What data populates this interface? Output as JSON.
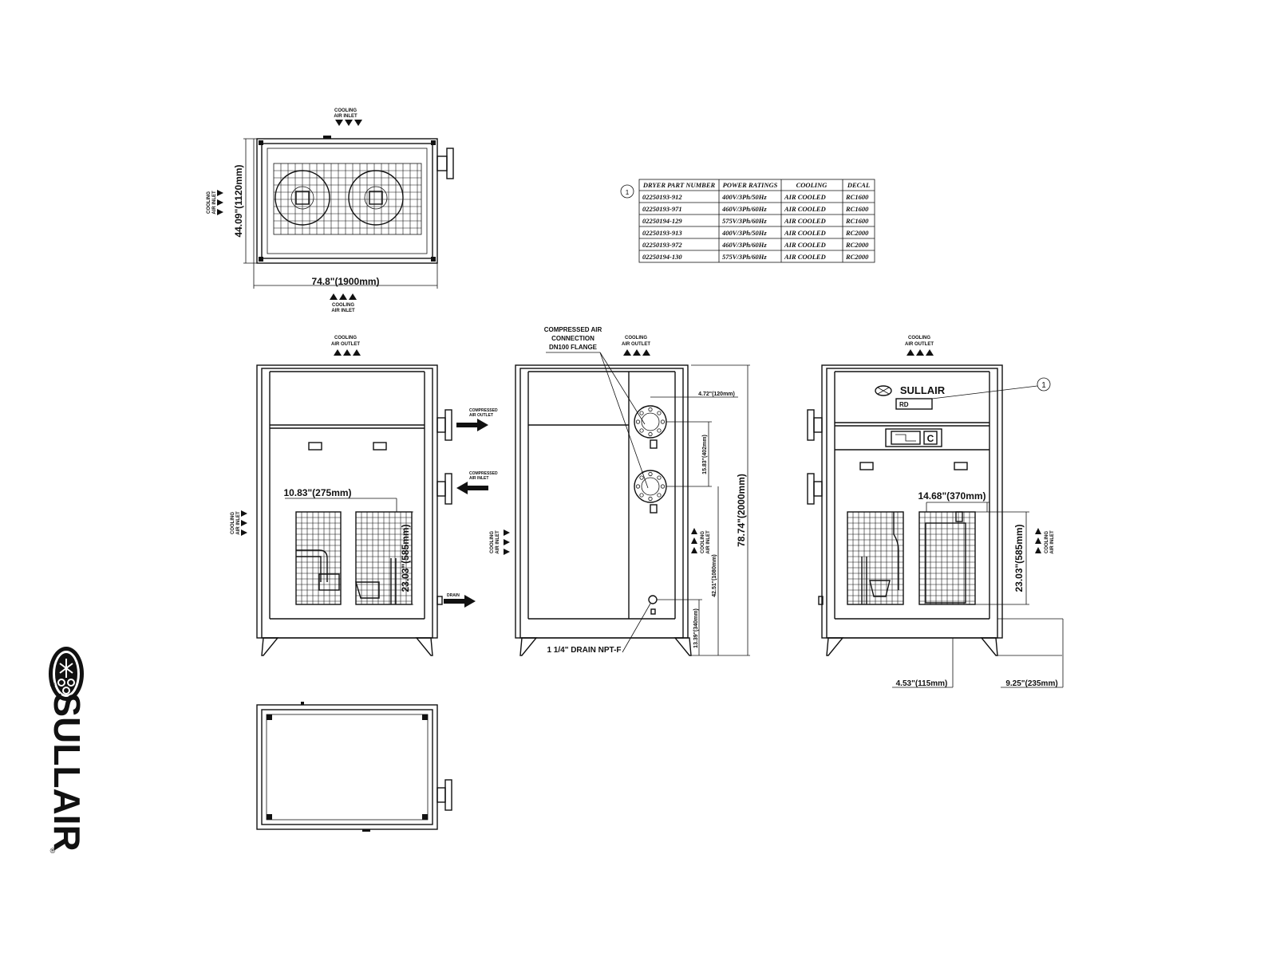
{
  "labels": {
    "cooling_air_inlet": [
      "COOLING",
      "AIR INLET"
    ],
    "cooling_air_outlet": [
      "COOLING",
      "AIR OUTLET"
    ],
    "compressed_air_outlet": [
      "COMPRESSED",
      "AIR OUTLET"
    ],
    "compressed_air_inlet": [
      "COMPRESSED",
      "AIR INLET"
    ],
    "drain": "DRAIN",
    "compressed_air_connection": [
      "COMPRESSED AIR",
      "CONNECTION",
      "DN100 FLANGE"
    ],
    "drain_npt": "1 1/4\" DRAIN NPT-F",
    "brand": "SULLAIR",
    "model_plate": "RD",
    "callout": "1"
  },
  "dimensions": {
    "width": "74.8\"(1900mm)",
    "depth": "44.09\"(1120mm)",
    "filter_width_front": "10.83\"(275mm)",
    "filter_height": "23.03\"(585mm)",
    "flange_offset": "4.72\"(120mm)",
    "flange_spacing": "15.83\"(402mm)",
    "height": "78.74\"(2000mm)",
    "flange_height": "42.51\"(1080mm)",
    "drain_height": "13.39\"(340mm)",
    "filter_width_back": "14.68\"(370mm)",
    "foot_offset_a": "4.53\"(115mm)",
    "foot_offset_b": "9.25\"(235mm)"
  },
  "table": {
    "headers": [
      "DRYER PART NUMBER",
      "POWER RATINGS",
      "COOLING",
      "DECAL"
    ],
    "rows": [
      [
        "02250193-912",
        "400V/3Ph/50Hz",
        "AIR COOLED",
        "RC1600"
      ],
      [
        "02250193-971",
        "460V/3Ph/60Hz",
        "AIR COOLED",
        "RC1600"
      ],
      [
        "02250194-129",
        "575V/3Ph/60Hz",
        "AIR COOLED",
        "RC1600"
      ],
      [
        "02250193-913",
        "400V/3Ph/50Hz",
        "AIR COOLED",
        "RC2000"
      ],
      [
        "02250193-972",
        "460V/3Ph/60Hz",
        "AIR COOLED",
        "RC2000"
      ],
      [
        "02250194-130",
        "575V/3Ph/60Hz",
        "AIR COOLED",
        "RC2000"
      ]
    ]
  },
  "logo": {
    "text": "SULLAIR",
    "registered": "®"
  }
}
